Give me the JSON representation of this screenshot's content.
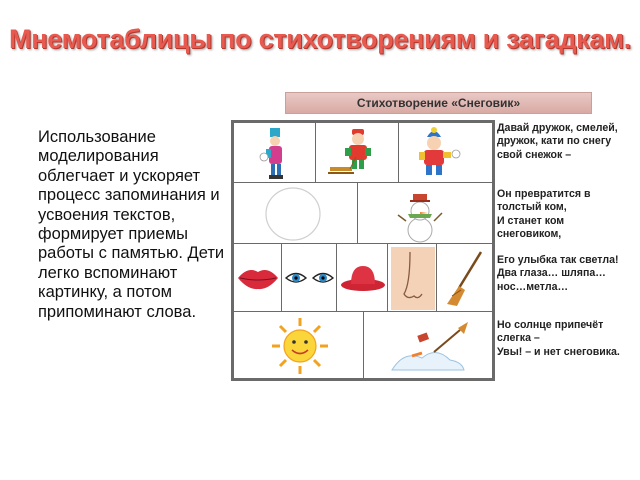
{
  "slide": {
    "title": "Мнемотаблицы по стихотворениям и загадкам.",
    "body_text": "Использование моделирования облегчает и ускоряет процесс запоминания и усвоения текстов, формирует приемы работы с памятью. Дети легко вспоминают картинку, а потом припоминают слова."
  },
  "mnemo_table": {
    "caption": "Стихотворение «Снеговик»",
    "cells": [
      {
        "icon": "child-rolling-snowball-icon"
      },
      {
        "icon": "child-with-sled-icon"
      },
      {
        "icon": "child-with-snowball-icon"
      },
      {
        "icon": "empty-circle-icon"
      },
      {
        "icon": "snowman-icon"
      },
      {
        "icon": "lips-icon"
      },
      {
        "icon": "eyes-icon"
      },
      {
        "icon": "hat-icon"
      },
      {
        "icon": "nose-icon"
      },
      {
        "icon": "broom-icon"
      },
      {
        "icon": "sun-icon"
      },
      {
        "icon": "melted-snowman-icon"
      }
    ],
    "poem_lines": [
      "Давай дружок, смелей,\nдружок, кати по снегу\nсвой снежок –",
      "Он превратится в\nтолстый ком,\n  И станет ком\nснеговиком,",
      "Его улыбка так светла!\n  Два глаза… шляпа…\nнос…метла…",
      "Но солнце припечёт\nслегка –\n  Увы! – и нет снеговика."
    ]
  },
  "colors": {
    "title": "#e85a4f",
    "grid_border": "#6a6a6a",
    "caption_bg": "#d9aaa4"
  }
}
